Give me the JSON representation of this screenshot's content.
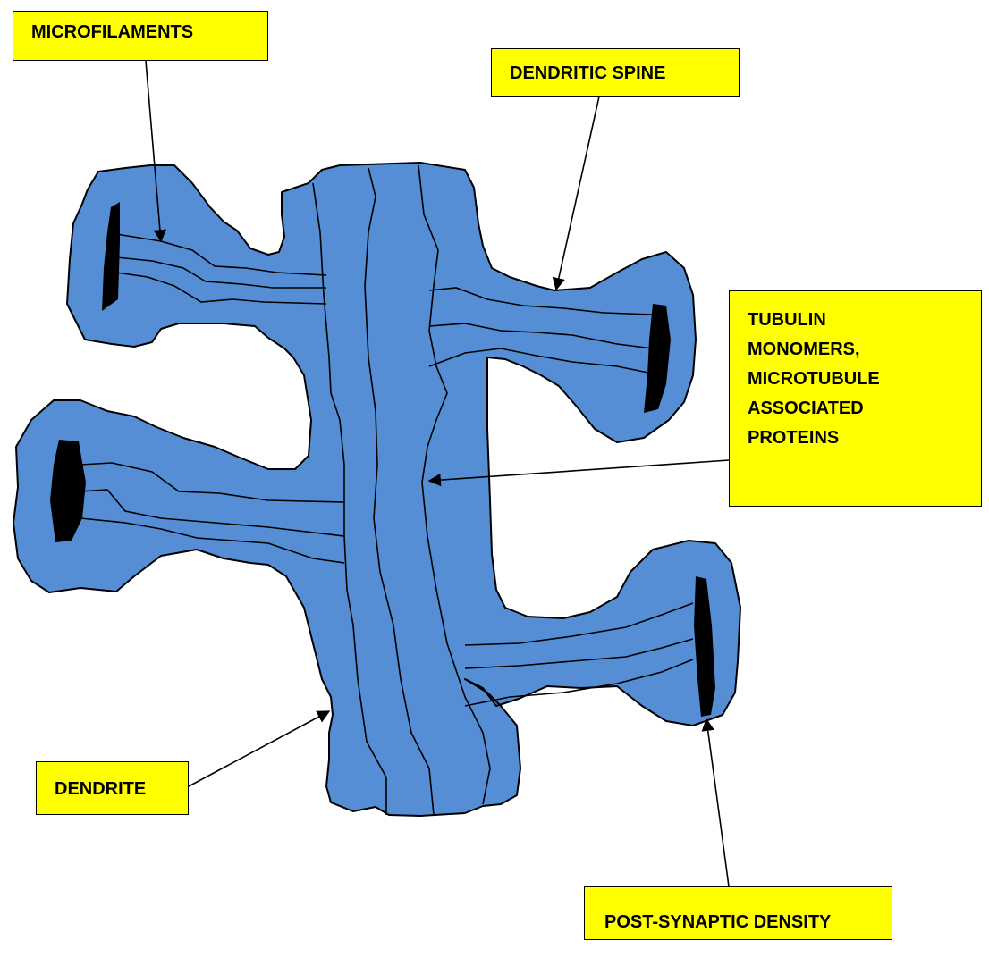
{
  "labels": {
    "microfilaments": "MICROFILAMENTS",
    "dendritic_spine": "DENDRITIC SPINE",
    "tubulin_lines": [
      "TUBULIN",
      "MONOMERS,",
      "MICROTUBULE",
      "ASSOCIATED",
      "PROTEINS"
    ],
    "dendrite": "DENDRITE",
    "post_synaptic_density": "POST-SYNAPTIC DENSITY"
  },
  "colors": {
    "cell_fill": "#558ed5",
    "outline": "#000000",
    "label_fill": "#ffff00",
    "density_fill": "#000000"
  }
}
